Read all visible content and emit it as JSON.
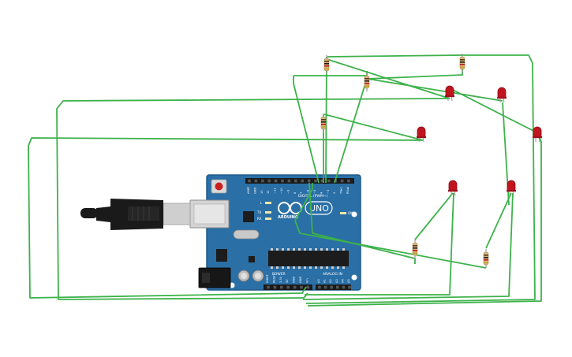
{
  "colors": {
    "background": "#ffffff",
    "wire": "#3db24a",
    "board": "#2a6fa6",
    "board_edge": "#1f5c8c",
    "header": "#1b1b1b",
    "led": "#c0141e",
    "resistor_body": "#d7b57c",
    "usb_cable": "#1a1a1a",
    "usb_metal": "#cfcfcf",
    "chip": "#1c1c1c"
  },
  "board": {
    "brand": "ARDUINO",
    "model": "UNO",
    "label_digital": "DIGITAL (PWM~)",
    "label_power": "POWER",
    "label_analog": "ANALOG IN",
    "label_on": "ON",
    "label_l": "L",
    "label_tx": "TX",
    "label_rx": "RX",
    "digital_pins": [
      "AREF",
      "GND",
      "13",
      "12",
      "~11",
      "~10",
      "~9",
      "8",
      "7",
      "~6",
      "~5",
      "4",
      "~3",
      "2",
      "TX▸1",
      "RX◂0"
    ],
    "power_pins": [
      "IOREF",
      "RESET",
      "3.3V",
      "5V",
      "GND",
      "GND",
      "Vin"
    ],
    "analog_pins": [
      "A0",
      "A1",
      "A2",
      "A3",
      "A4",
      "A5"
    ]
  },
  "components": {
    "resistors": 6,
    "leds": 6
  }
}
